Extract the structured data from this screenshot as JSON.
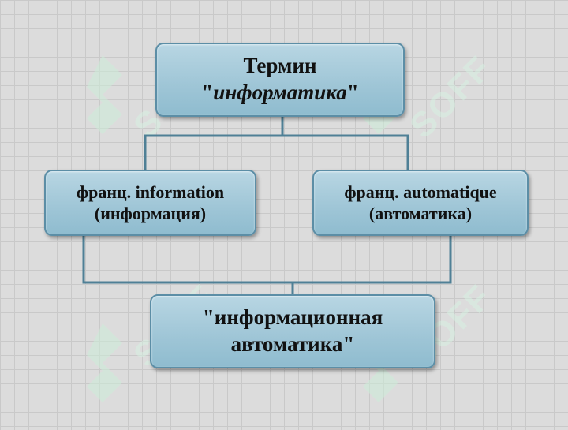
{
  "diagram": {
    "top": {
      "line1": "Термин",
      "quote_open": "\"",
      "line2": "информатика",
      "quote_close": "\""
    },
    "left": {
      "line1": "франц. information",
      "line2": "(информация)"
    },
    "right": {
      "line1": "франц. automatique",
      "line2": "(автоматика)"
    },
    "bottom": {
      "line1": "\"информационная",
      "line2": "автоматика\""
    }
  },
  "watermark": {
    "text": "SOFF"
  },
  "colors": {
    "node_fill": "#9ec5d6",
    "node_border": "#5c8ea6",
    "connector": "#4f8096",
    "watermark": "#bfead2"
  }
}
